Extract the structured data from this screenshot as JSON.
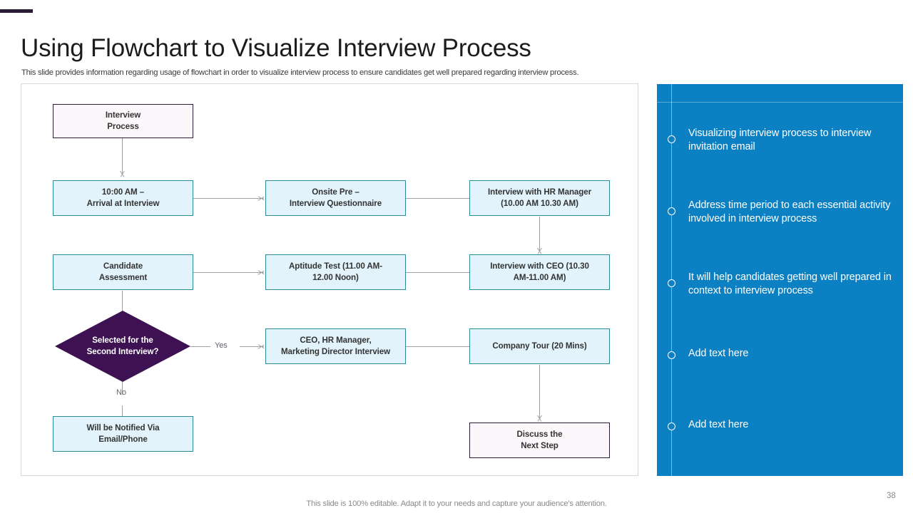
{
  "slide": {
    "title": "Using Flowchart to Visualize Interview Process",
    "subtitle": "This slide provides information regarding usage of flowchart in order to visualize interview process to ensure candidates get well prepared regarding interview process.",
    "footer_note": "This slide is 100% editable. Adapt it to your needs and capture your audience's attention.",
    "page_number": "38",
    "accent_color": "#2B1B36",
    "panel_color": "#0B80C2",
    "decision_color": "#3D1152",
    "process_fill": "#E2F3FB",
    "process_border": "#2E8B96"
  },
  "flowchart": {
    "nodes": [
      {
        "id": "start",
        "label": "Interview\nProcess",
        "shape": "rect",
        "style": "plain"
      },
      {
        "id": "arrival",
        "label": "10:00 AM –\nArrival at Interview",
        "shape": "rect",
        "style": "proc"
      },
      {
        "id": "onsite",
        "label": "Onsite Pre –\nInterview Questionnaire",
        "shape": "rect",
        "style": "proc"
      },
      {
        "id": "hr",
        "label": "Interview with HR Manager\n(10.00 AM 10.30 AM)",
        "shape": "rect",
        "style": "proc"
      },
      {
        "id": "assessment",
        "label": "Candidate\nAssessment",
        "shape": "rect",
        "style": "proc"
      },
      {
        "id": "aptitude",
        "label": "Aptitude Test (11.00 AM-\n12.00 Noon)",
        "shape": "rect",
        "style": "proc"
      },
      {
        "id": "ceo",
        "label": "Interview with CEO (10.30\nAM-11.00 AM)",
        "shape": "rect",
        "style": "proc"
      },
      {
        "id": "decision",
        "label": "Selected for the\nSecond Interview?",
        "shape": "diamond",
        "style": "decision"
      },
      {
        "id": "panel",
        "label": "CEO, HR Manager,\nMarketing Director Interview",
        "shape": "rect",
        "style": "proc"
      },
      {
        "id": "tour",
        "label": "Company Tour (20 Mins)",
        "shape": "rect",
        "style": "proc"
      },
      {
        "id": "notified",
        "label": "Will be Notified Via\nEmail/Phone",
        "shape": "rect",
        "style": "proc"
      },
      {
        "id": "discuss",
        "label": "Discuss the\nNext Step",
        "shape": "rect",
        "style": "plain"
      }
    ],
    "edge_labels": {
      "yes": "Yes",
      "no": "No"
    }
  },
  "side_panel": {
    "bullets": [
      {
        "text": "Visualizing interview process to interview invitation email"
      },
      {
        "text": "Address time period to each essential activity involved in interview process"
      },
      {
        "text": "It will help candidates getting well prepared in context to interview process"
      },
      {
        "text": "Add text here"
      },
      {
        "text": "Add text here"
      }
    ]
  }
}
